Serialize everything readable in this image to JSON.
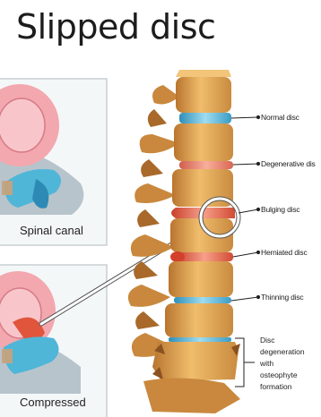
{
  "title": "Slipped disc",
  "insets": {
    "top_label": "Spinal canal",
    "bottom_label": "Compressed"
  },
  "labels": [
    {
      "key": "normal",
      "text": "Normal disc"
    },
    {
      "key": "degenerative",
      "text": "Degenerative dis"
    },
    {
      "key": "bulging",
      "text": "Bulging disc"
    },
    {
      "key": "herniated",
      "text": "Herniated disc"
    },
    {
      "key": "thinning",
      "text": "Thinning disc"
    }
  ],
  "multi_label": [
    "Disc",
    "degeneration",
    "with",
    "osteophyte",
    "formation"
  ],
  "colors": {
    "bone": "#e0a654",
    "bone_dark": "#a8692a",
    "disc_normal": "#4fb6d8",
    "disc_bad": "#e0553c",
    "cord": "#f3a7ae"
  }
}
